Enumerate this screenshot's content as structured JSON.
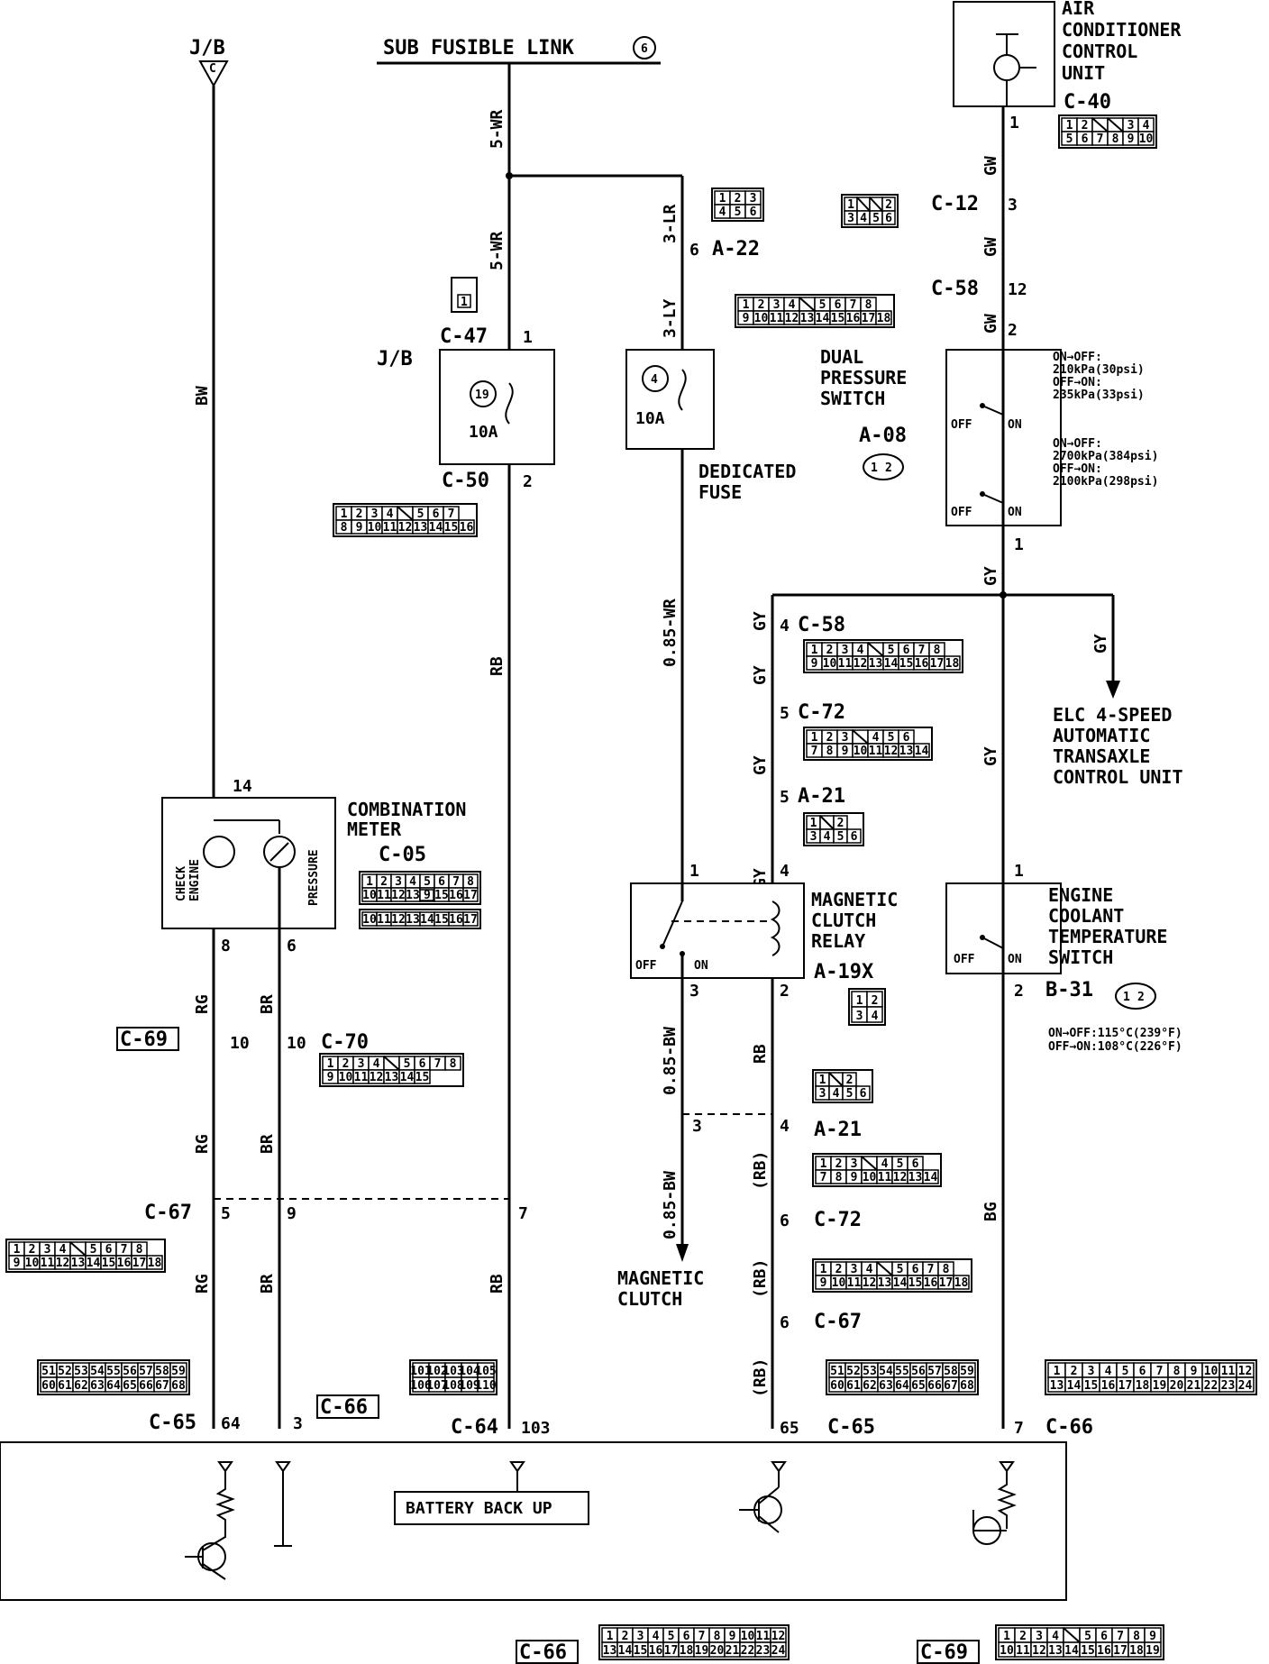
{
  "labels": {
    "jb_top": "J/B",
    "jb_top_c": "C",
    "sub_fusible_link": "SUB FUSIBLE LINK",
    "sub_fusible_link_num": "6",
    "ac_control_unit": [
      "AIR",
      "CONDITIONER",
      "CONTROL",
      "UNIT"
    ],
    "c40": "C-40",
    "c12": "C-12",
    "c58_top": "C-58",
    "a22": "A-22",
    "c47": "C-47",
    "jb_mid": "J/B",
    "fuse19_num": "19",
    "fuse19_amp": "10A",
    "c50": "C-50",
    "fuse4_num": "4",
    "fuse4_amp": "10A",
    "dedicated_fuse": [
      "DEDICATED",
      "FUSE"
    ],
    "dual_pressure_switch": [
      "DUAL",
      "PRESSURE",
      "SWITCH"
    ],
    "a08": "A-08",
    "pressure_spec_1": [
      "ON→OFF:",
      "210kPa(30psi)",
      "OFF→ON:",
      "235kPa(33psi)"
    ],
    "pressure_spec_2": [
      "ON→OFF:",
      "2700kPa(384psi)",
      "OFF→ON:",
      "2100kPa(298psi)"
    ],
    "off": "OFF",
    "on": "ON",
    "c58_mid": "C-58",
    "c72_mid": "C-72",
    "a21_mid": "A-21",
    "elc": [
      "ELC 4-SPEED",
      "AUTOMATIC",
      "TRANSAXLE",
      "CONTROL UNIT"
    ],
    "combination_meter": [
      "COMBINATION",
      "METER"
    ],
    "c05": "C-05",
    "check_engine": [
      "CHECK",
      "ENGINE"
    ],
    "pressure": "PRESSURE",
    "magnetic_clutch_relay": [
      "MAGNETIC",
      "CLUTCH",
      "RELAY"
    ],
    "a19x": "A-19X",
    "engine_coolant_switch": [
      "ENGINE",
      "COOLANT",
      "TEMPERATURE",
      "SWITCH"
    ],
    "b31": "B-31",
    "coolant_spec": [
      "ON→OFF:115°C(239°F)",
      "OFF→ON:108°C(226°F)"
    ],
    "c69": "C-69",
    "c70": "C-70",
    "a21_low": "A-21",
    "c67_left": "C-67",
    "c72_low": "C-72",
    "c67_low": "C-67",
    "magnetic_clutch": [
      "MAGNETIC",
      "CLUTCH"
    ],
    "c65_left": "C-65",
    "c66_mid": "C-66",
    "c64": "C-64",
    "c65_right": "C-65",
    "c66_right": "C-66",
    "battery_back_up": "BATTERY BACK UP",
    "c66_bottom": "C-66",
    "c69_bottom": "C-69"
  },
  "wires": {
    "bw": "BW",
    "wr5_top": "5-WR",
    "wr5_mid": "5-WR",
    "lr3": "3-LR",
    "ly3": "3-LY",
    "gw1": "GW",
    "gw2": "GW",
    "gw3": "GW",
    "wr085": "0.85-WR",
    "rb_mid": "RB",
    "gy1": "GY",
    "gy2": "GY",
    "gy3": "GY",
    "gy4": "GY",
    "gy5": "GY",
    "gy_right": "GY",
    "gy_right2": "GY",
    "rg1": "RG",
    "br1": "BR",
    "rg2": "RG",
    "br2": "BR",
    "rg3": "RG",
    "br3": "BR",
    "rb_low": "RB",
    "bw085_1": "0.85-BW",
    "bw085_2": "0.85-BW",
    "rb_relay": "RB",
    "rb_p1": "(RB)",
    "rb_p2": "(RB)",
    "rb_p3": "(RB)",
    "bg": "BG"
  },
  "pins": {
    "p_c40_1": "1",
    "p_c12_3": "3",
    "p_c58_12": "12",
    "p_dps_2": "2",
    "p_dps_1": "1",
    "p_a22_6": "6",
    "p_c47_1": "1",
    "p_c50_2": "2",
    "p_c58_4": "4",
    "p_c72_5": "5",
    "p_a21_5": "5",
    "p_relay_1": "1",
    "p_relay_4": "4",
    "p_relay_3": "3",
    "p_relay_2": "2",
    "p_ects_1": "1",
    "p_ects_2": "2",
    "p_meter_14": "14",
    "p_meter_8": "8",
    "p_meter_6": "6",
    "p_c69_10": "10",
    "p_c70_10": "10",
    "p_a21_3": "3",
    "p_a21_4": "4",
    "p_c67_5": "5",
    "p_c67_9": "9",
    "p_c67_7": "7",
    "p_c72_6": "6",
    "p_c67_6": "6",
    "p_c65_64": "64",
    "p_c66_3": "3",
    "p_c64_103": "103",
    "p_c65_65": "65",
    "p_c66_7": "7"
  },
  "connectors": {
    "c40": [
      [
        "1",
        "2",
        "",
        "",
        "3",
        "4"
      ],
      [
        "5",
        "6",
        "7",
        "8",
        "9",
        "10"
      ]
    ],
    "c12": [
      [
        "1",
        "",
        "",
        "2"
      ],
      [
        "3",
        "4",
        "5",
        "6"
      ]
    ],
    "a22": [
      [
        "1",
        "2",
        "3"
      ],
      [
        "4",
        "5",
        "6"
      ]
    ],
    "c58_top": [
      [
        "1",
        "2",
        "3",
        "4",
        "",
        "5",
        "6",
        "7",
        "8"
      ],
      [
        "9",
        "10",
        "11",
        "12",
        "13",
        "14",
        "15",
        "16",
        "17",
        "18"
      ]
    ],
    "c47": [
      [
        "1"
      ]
    ],
    "c50": [
      [
        "1",
        "2",
        "3",
        "4",
        "",
        "5",
        "6",
        "7"
      ],
      [
        "8",
        "9",
        "10",
        "11",
        "12",
        "13",
        "14",
        "15",
        "16"
      ]
    ],
    "c58_mid": [
      [
        "1",
        "2",
        "3",
        "4",
        "",
        "5",
        "6",
        "7",
        "8"
      ],
      [
        "9",
        "10",
        "11",
        "12",
        "13",
        "14",
        "15",
        "16",
        "17",
        "18"
      ]
    ],
    "c72_mid": [
      [
        "1",
        "2",
        "3",
        "",
        "4",
        "5",
        "6"
      ],
      [
        "7",
        "8",
        "9",
        "10",
        "11",
        "12",
        "13",
        "14"
      ]
    ],
    "a21_mid": [
      [
        "1",
        "",
        "2"
      ],
      [
        "3",
        "4",
        "5",
        "6"
      ]
    ],
    "c05": [
      [
        "1",
        "2",
        "3",
        "4",
        "5",
        "6",
        "7",
        "8"
      ],
      [
        "10",
        "11",
        "12",
        "13",
        "14",
        "15",
        "16",
        "17"
      ]
    ],
    "c05_mid": "9",
    "a19x": [
      [
        "1",
        "2"
      ],
      [
        "3",
        "4"
      ]
    ],
    "c70": [
      [
        "1",
        "2",
        "3",
        "4",
        "",
        "5",
        "6",
        "7",
        "8"
      ],
      [
        "9",
        "10",
        "11",
        "12",
        "13",
        "14",
        "15"
      ]
    ],
    "a21_low": [
      [
        "1",
        "",
        "2"
      ],
      [
        "3",
        "4",
        "5",
        "6"
      ]
    ],
    "c72_low": [
      [
        "1",
        "2",
        "3",
        "",
        "4",
        "5",
        "6"
      ],
      [
        "7",
        "8",
        "9",
        "10",
        "11",
        "12",
        "13",
        "14"
      ]
    ],
    "c67_left": [
      [
        "1",
        "2",
        "3",
        "4",
        "",
        "5",
        "6",
        "7",
        "8"
      ],
      [
        "9",
        "10",
        "11",
        "12",
        "13",
        "14",
        "15",
        "16",
        "17",
        "18"
      ]
    ],
    "c67_right": [
      [
        "1",
        "2",
        "3",
        "4",
        "",
        "5",
        "6",
        "7",
        "8"
      ],
      [
        "9",
        "10",
        "11",
        "12",
        "13",
        "14",
        "15",
        "16",
        "17",
        "18"
      ]
    ],
    "c65_left": [
      [
        "51",
        "52",
        "53",
        "54",
        "55",
        "56",
        "57",
        "58",
        "59"
      ],
      [
        "60",
        "61",
        "62",
        "63",
        "64",
        "65",
        "66",
        "67",
        "68"
      ]
    ],
    "c64": [
      [
        "101",
        "102",
        "103",
        "104",
        "105"
      ],
      [
        "106",
        "107",
        "108",
        "109",
        "110"
      ]
    ],
    "c65_right": [
      [
        "51",
        "52",
        "53",
        "54",
        "55",
        "56",
        "57",
        "58",
        "59"
      ],
      [
        "60",
        "61",
        "62",
        "63",
        "64",
        "65",
        "66",
        "67",
        "68"
      ]
    ],
    "c66_right": [
      [
        "1",
        "2",
        "3",
        "4",
        "5",
        "6",
        "7",
        "8",
        "9",
        "10",
        "11",
        "12"
      ],
      [
        "13",
        "14",
        "15",
        "16",
        "17",
        "18",
        "19",
        "20",
        "21",
        "22",
        "23",
        "24"
      ]
    ],
    "c66_bottom": [
      [
        "1",
        "2",
        "3",
        "4",
        "5",
        "6",
        "7",
        "8",
        "9",
        "10",
        "11",
        "12"
      ],
      [
        "13",
        "14",
        "15",
        "16",
        "17",
        "18",
        "19",
        "20",
        "21",
        "22",
        "23",
        "24"
      ]
    ],
    "c69_bottom": [
      [
        "1",
        "2",
        "3",
        "4",
        "",
        "5",
        "6",
        "7",
        "8",
        "9"
      ],
      [
        "10",
        "11",
        "12",
        "13",
        "14",
        "15",
        "16",
        "17",
        "18",
        "19"
      ]
    ],
    "a08": [
      "1",
      "2"
    ],
    "b31": [
      "1",
      "2"
    ]
  }
}
